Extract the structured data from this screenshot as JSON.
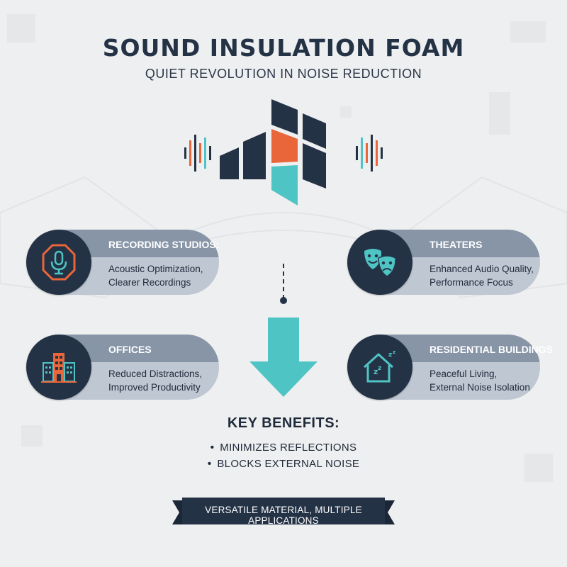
{
  "title": "SOUND INSULATION FOAM",
  "subtitle": "QUIET REVOLUTION IN NOISE REDUCTION",
  "logo_icon": "acoustic-panel-sound-wave-icon",
  "applications": [
    {
      "label": "RECORDING STUDIOS:",
      "desc_line1": "Acoustic Optimization,",
      "desc_line2": "Clearer Recordings",
      "icon": "microphone-icon"
    },
    {
      "label": "THEATERS",
      "desc_line1": "Enhanced Audio Quality,",
      "desc_line2": "Performance Focus",
      "icon": "theater-masks-icon"
    },
    {
      "label": "OFFICES",
      "desc_line1": "Reduced Distractions,",
      "desc_line2": "Improved Productivity",
      "icon": "office-building-icon"
    },
    {
      "label": "RESIDENTIAL BUILDINGS",
      "desc_line1": "Peaceful Living,",
      "desc_line2": "External Noise Isolation",
      "icon": "sleeping-house-icon"
    }
  ],
  "benefits": {
    "title": "KEY BENEFITS:",
    "items": [
      "MINIMIZES REFLECTIONS",
      "BLOCKS EXTERNAL NOISE"
    ]
  },
  "banner": "VERSATILE MATERIAL, MULTIPLE APPLICATIONS",
  "colors": {
    "navy": "#243246",
    "orange": "#e8663a",
    "teal": "#4fc4c4",
    "card_band_dark": "#8795a7",
    "card_band_light": "#bfc7d2",
    "background": "#eeeff0"
  }
}
